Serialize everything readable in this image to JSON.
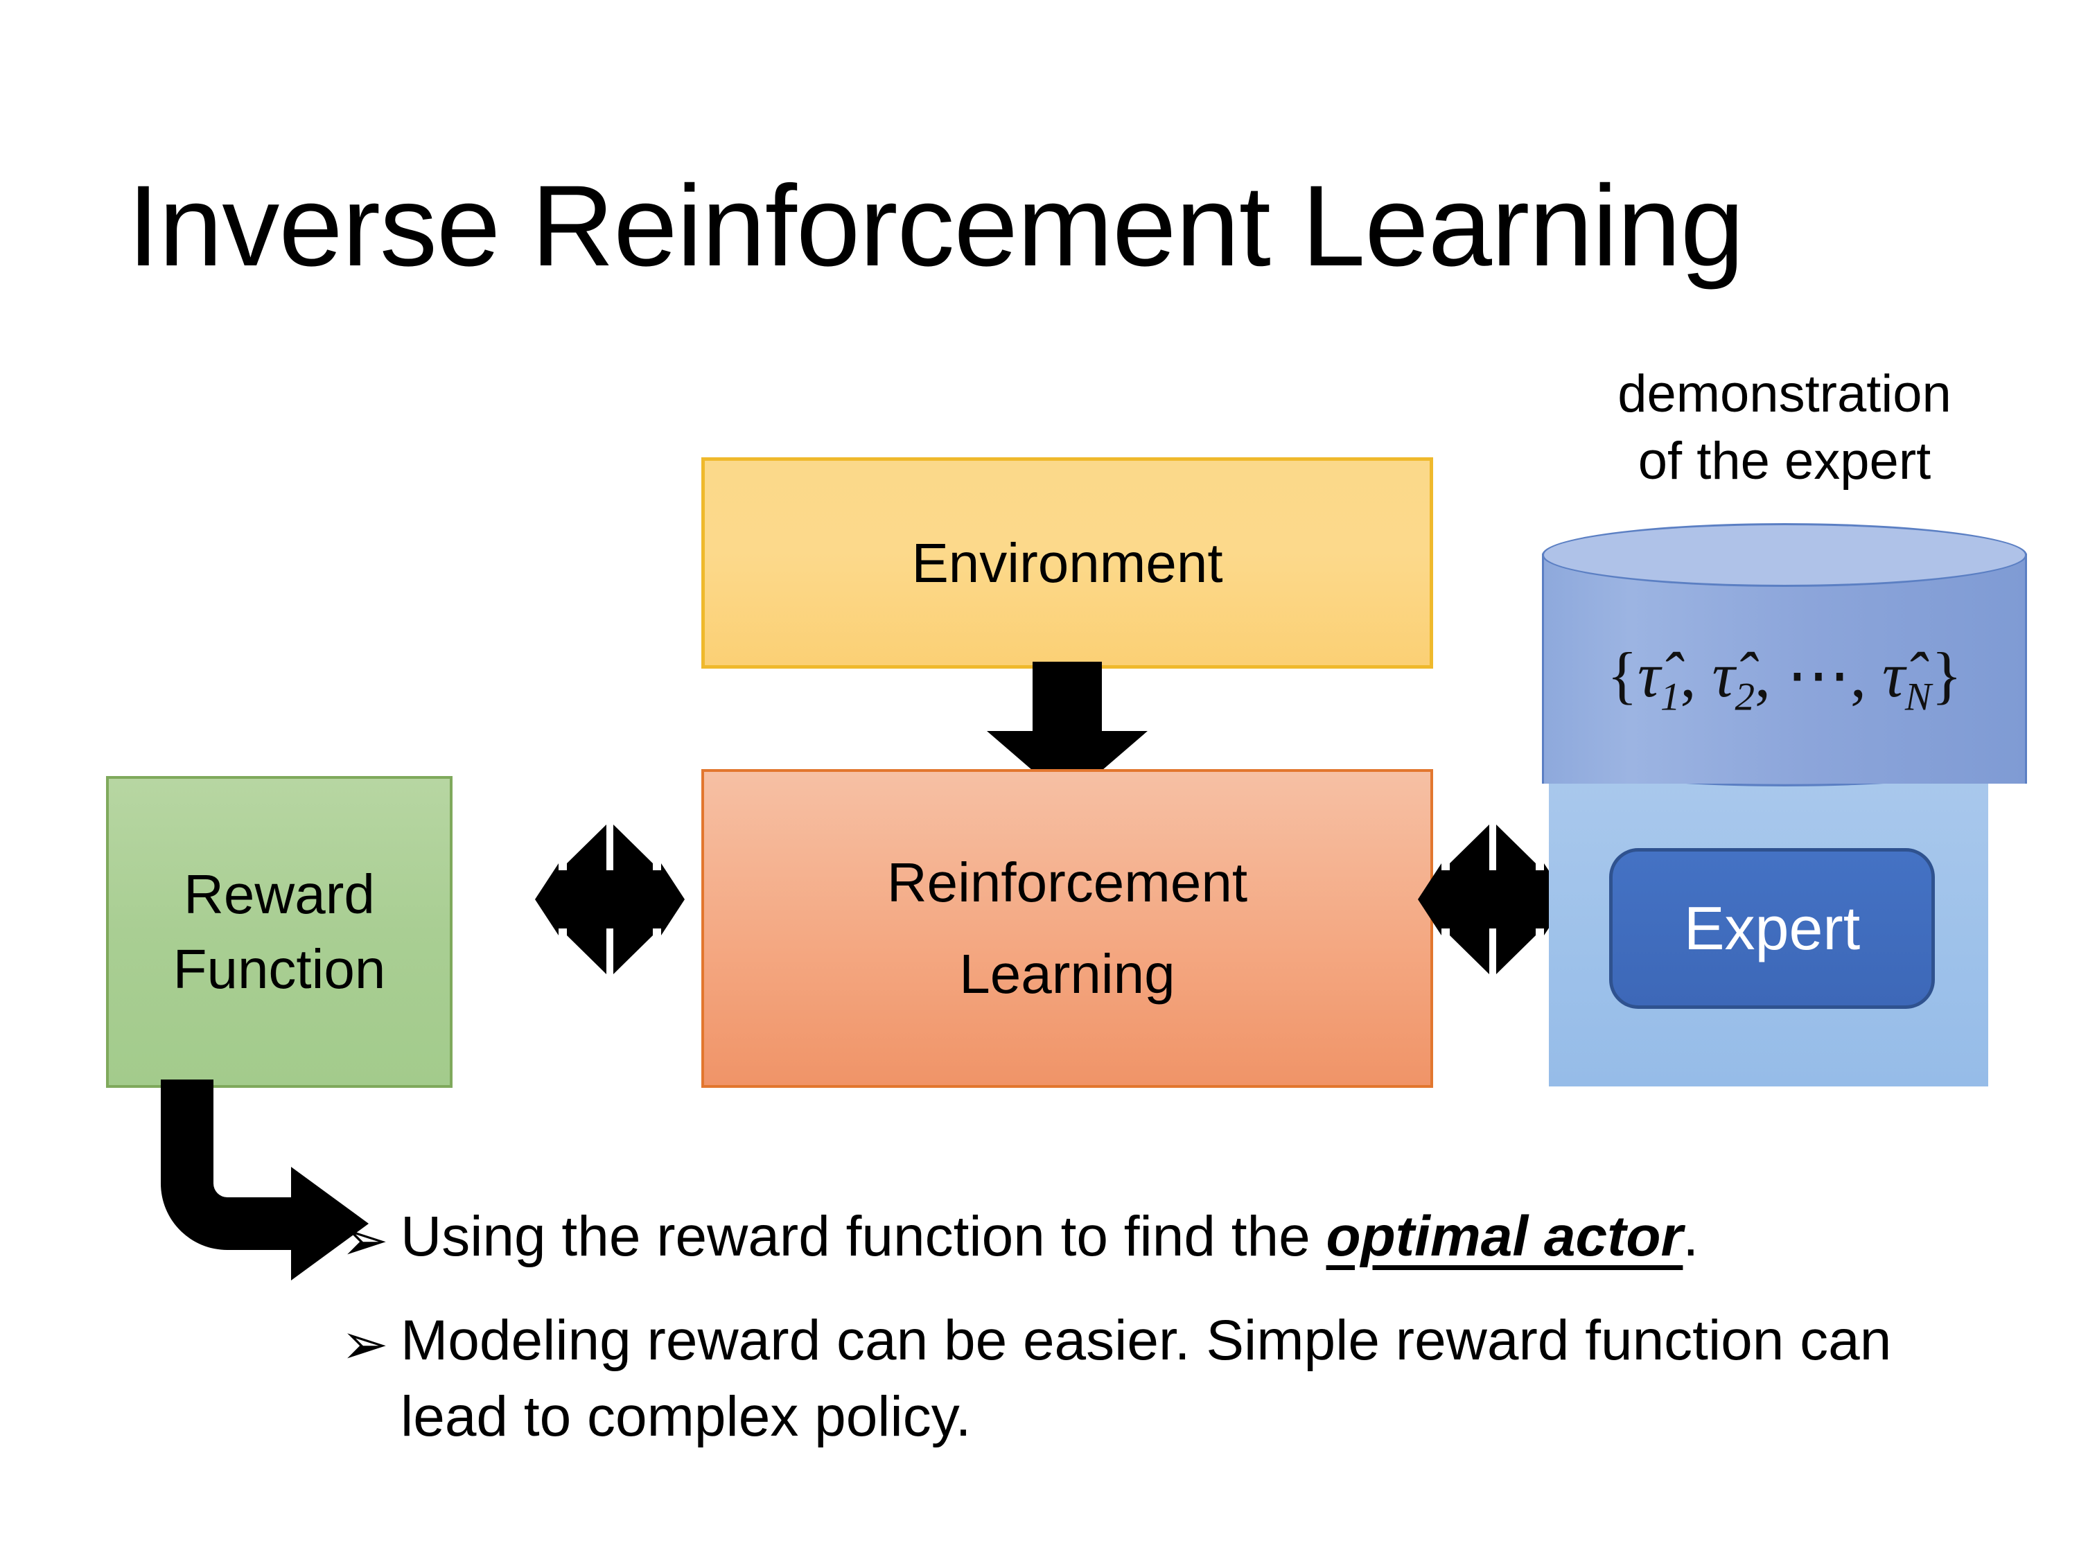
{
  "slide": {
    "title": "Inverse Reinforcement Learning",
    "background_color": "#ffffff"
  },
  "diagram": {
    "environment": {
      "label": "Environment",
      "fill_color": "#FBD98A",
      "border_color": "#EFB92C"
    },
    "reinforcement_learning": {
      "label_line1": "Reinforcement",
      "label_line2": "Learning",
      "fill_color": "#F4A882",
      "border_color": "#E2772F"
    },
    "reward_function": {
      "label_line1": "Reward",
      "label_line2": "Function",
      "fill_color": "#A9CE93",
      "border_color": "#7FA95C"
    },
    "expert_panel": {
      "caption_line1": "demonstration",
      "caption_line2": "of the expert",
      "cylinder_formula_open": "{",
      "cylinder_formula_t1": "τ̂",
      "cylinder_formula_s1": "1",
      "cylinder_formula_sep1": ", ",
      "cylinder_formula_t2": "τ̂",
      "cylinder_formula_s2": "2",
      "cylinder_formula_dots": ", ⋯, ",
      "cylinder_formula_tN": "τ̂",
      "cylinder_formula_sN": "N",
      "cylinder_formula_close": "}",
      "cylinder_color": "#8EA9DC",
      "panel_color": "#9DC1EA",
      "expert_label": "Expert",
      "expert_color": "#4472C4",
      "expert_border_color": "#2F528F",
      "expert_text_color": "#FFFFFF"
    },
    "arrows": {
      "environment_to_rl": "down-arrow",
      "reward_to_rl": "double-headed-arrow",
      "rl_to_expert": "double-headed-arrow",
      "reward_to_bullet": "bent-arrow",
      "color": "#000000"
    }
  },
  "bullets": [
    {
      "marker": "➢",
      "text_before": "Using the reward function to find the ",
      "emphasis": "optimal actor",
      "text_after": "."
    },
    {
      "marker": "➢",
      "text_before": "Modeling reward can be easier. Simple reward function can lead to complex policy.",
      "emphasis": "",
      "text_after": ""
    }
  ]
}
